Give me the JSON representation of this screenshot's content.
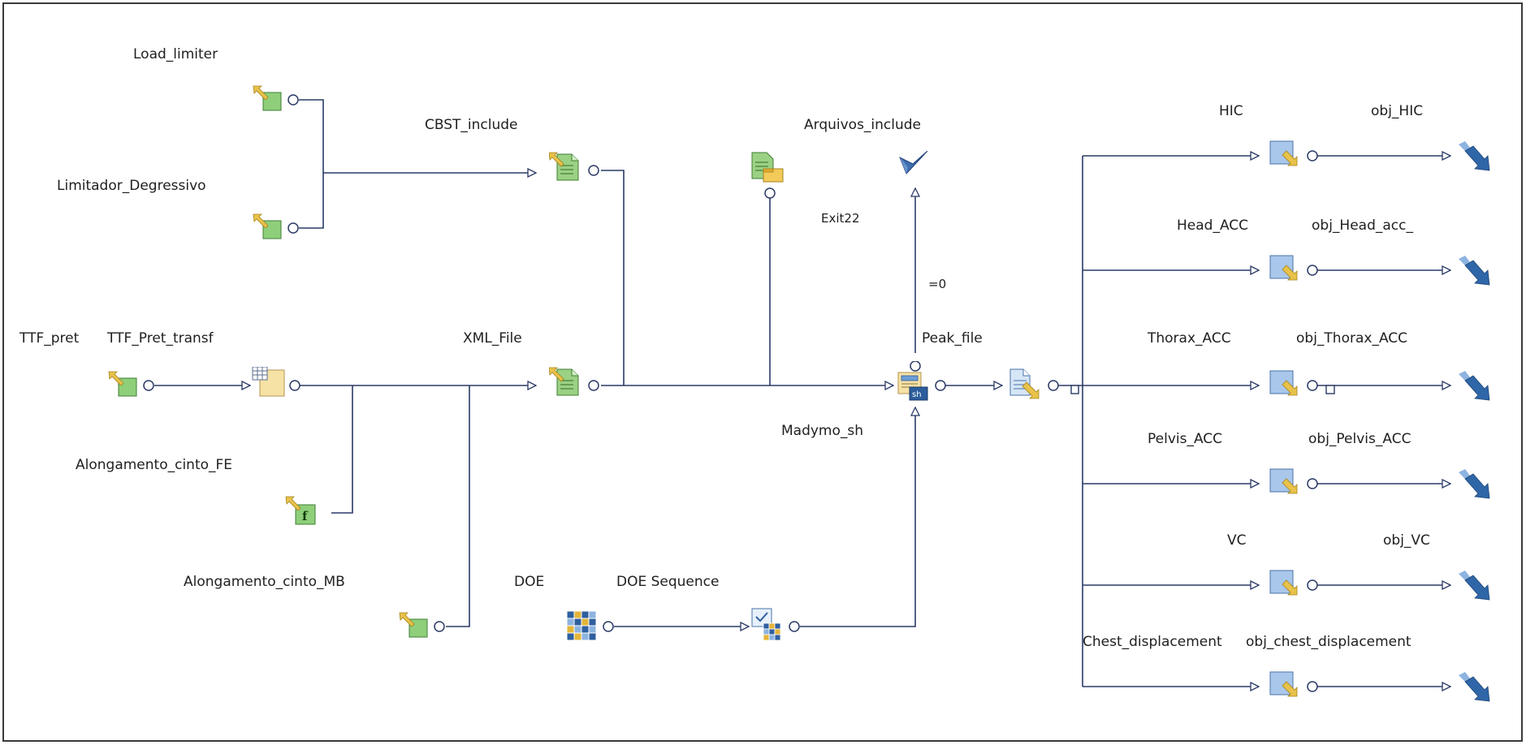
{
  "labels": {
    "load_limiter": "Load_limiter",
    "limitador_degressivo": "Limitador_Degressivo",
    "cbst_include": "CBST_include",
    "arquivos_include": "Arquivos_include",
    "exit22": "Exit22",
    "eq0": "=0",
    "ttf_pret": "TTF_pret",
    "ttf_pret_transf": "TTF_Pret_transf",
    "xml_file": "XML_File",
    "peak_file": "Peak_file",
    "madymo_sh": "Madymo_sh",
    "alongamento_fe": "Alongamento_cinto_FE",
    "alongamento_mb": "Alongamento_cinto_MB",
    "doe": "DOE",
    "doe_sequence": "DOE Sequence",
    "hic": "HIC",
    "obj_hic": "obj_HIC",
    "head_acc": "Head_ACC",
    "obj_head_acc": "obj_Head_acc_",
    "thorax_acc": "Thorax_ACC",
    "obj_thorax_acc": "obj_Thorax_ACC",
    "pelvis_acc": "Pelvis_ACC",
    "obj_pelvis_acc": "obj_Pelvis_ACC",
    "vc": "VC",
    "obj_vc": "obj_VC",
    "chest_displacement": "Chest_displacement",
    "obj_chest_displacement": "obj_chest_displacement",
    "sh_badge": "sh"
  },
  "icons": {
    "input": "input-variable-icon",
    "file": "file-include-icon",
    "calculator": "calculator-icon",
    "function": "function-icon",
    "exit": "exit-checkmark-icon",
    "script": "script-node-icon",
    "doe": "doe-grid-icon",
    "scheduler": "doe-sequence-icon",
    "output": "output-variable-icon",
    "objective": "objective-arrow-icon",
    "transfer": "transfer-file-icon"
  },
  "colors": {
    "wire": "#2b3a67",
    "input_green": "#8fcf7a",
    "arrow_yellow": "#e8c24a",
    "output_blue": "#a9c7ea",
    "objective_blue": "#2f66a8"
  }
}
